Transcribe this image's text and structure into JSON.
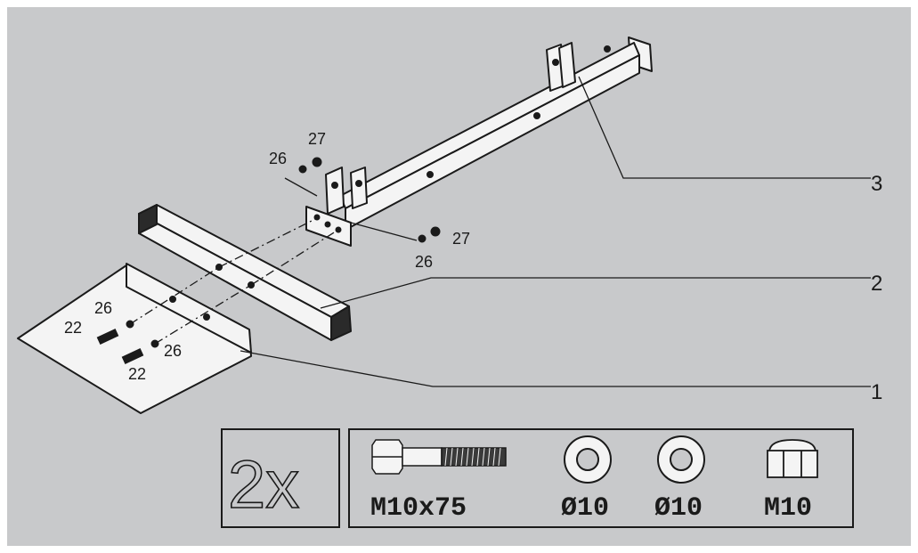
{
  "colors": {
    "background": "#c8c9cb",
    "frame": "#ffffff",
    "line": "#1a1a1a",
    "part_fill": "#f4f4f4"
  },
  "callouts": {
    "part_3": "3",
    "part_2": "2",
    "part_1": "1",
    "washer_top_a": "26",
    "nut_top_a": "27",
    "washer_top_b": "26",
    "nut_top_b": "27",
    "washer_left_a": "26",
    "bolt_left_a": "22",
    "bolt_left_b": "22",
    "washer_left_b": "26"
  },
  "hardware": {
    "quantity": "2x",
    "items": [
      {
        "icon": "bolt-icon",
        "label": "M10x75"
      },
      {
        "icon": "washer-icon",
        "label": "Ø10"
      },
      {
        "icon": "washer-icon",
        "label": "Ø10"
      },
      {
        "icon": "nut-icon",
        "label": "M10"
      }
    ]
  }
}
